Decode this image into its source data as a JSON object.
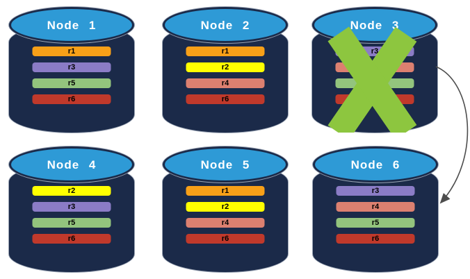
{
  "nodes": [
    {
      "name": "Node 1",
      "failed": false,
      "bars": [
        {
          "label": "r1",
          "color": "#F8A018"
        },
        {
          "label": "r3",
          "color": "#8B7CC6"
        },
        {
          "label": "r5",
          "color": "#93C47D"
        },
        {
          "label": "r6",
          "color": "#C0392B"
        }
      ]
    },
    {
      "name": "Node 2",
      "failed": false,
      "bars": [
        {
          "label": "r1",
          "color": "#F8A018"
        },
        {
          "label": "r2",
          "color": "#FFFF00"
        },
        {
          "label": "r4",
          "color": "#DC8070"
        },
        {
          "label": "r6",
          "color": "#C0392B"
        }
      ]
    },
    {
      "name": "Node 3",
      "failed": true,
      "bars": [
        {
          "label": "r3",
          "color": "#8B7CC6"
        },
        {
          "label": "r4",
          "color": "#DC8070"
        },
        {
          "label": "r5",
          "color": "#93C47D"
        },
        {
          "label": "r6",
          "color": "#C0392B"
        }
      ]
    },
    {
      "name": "Node 4",
      "failed": false,
      "bars": [
        {
          "label": "r2",
          "color": "#FFFF00"
        },
        {
          "label": "r3",
          "color": "#8B7CC6"
        },
        {
          "label": "r5",
          "color": "#93C47D"
        },
        {
          "label": "r6",
          "color": "#C0392B"
        }
      ]
    },
    {
      "name": "Node 5",
      "failed": false,
      "bars": [
        {
          "label": "r1",
          "color": "#F8A018"
        },
        {
          "label": "r2",
          "color": "#FFFF00"
        },
        {
          "label": "r4",
          "color": "#DC8070"
        },
        {
          "label": "r6",
          "color": "#C0392B"
        }
      ]
    },
    {
      "name": "Node 6",
      "failed": false,
      "bars": [
        {
          "label": "r3",
          "color": "#8B7CC6"
        },
        {
          "label": "r4",
          "color": "#DC8070"
        },
        {
          "label": "r5",
          "color": "#93C47D"
        },
        {
          "label": "r6",
          "color": "#C0392B"
        }
      ]
    }
  ],
  "cross": {
    "color": "#8DC63F",
    "on_node": "Node 3"
  },
  "arrow": {
    "color": "#4D4D4D",
    "from": "Node 3",
    "to": "Node 6"
  },
  "colors": {
    "cylinder_body": "#1B2A49",
    "cylinder_top": "#2E9AD6",
    "node_title_text": "#FFFFFF",
    "bar_text": "#000000",
    "background": "#FFFFFF"
  }
}
